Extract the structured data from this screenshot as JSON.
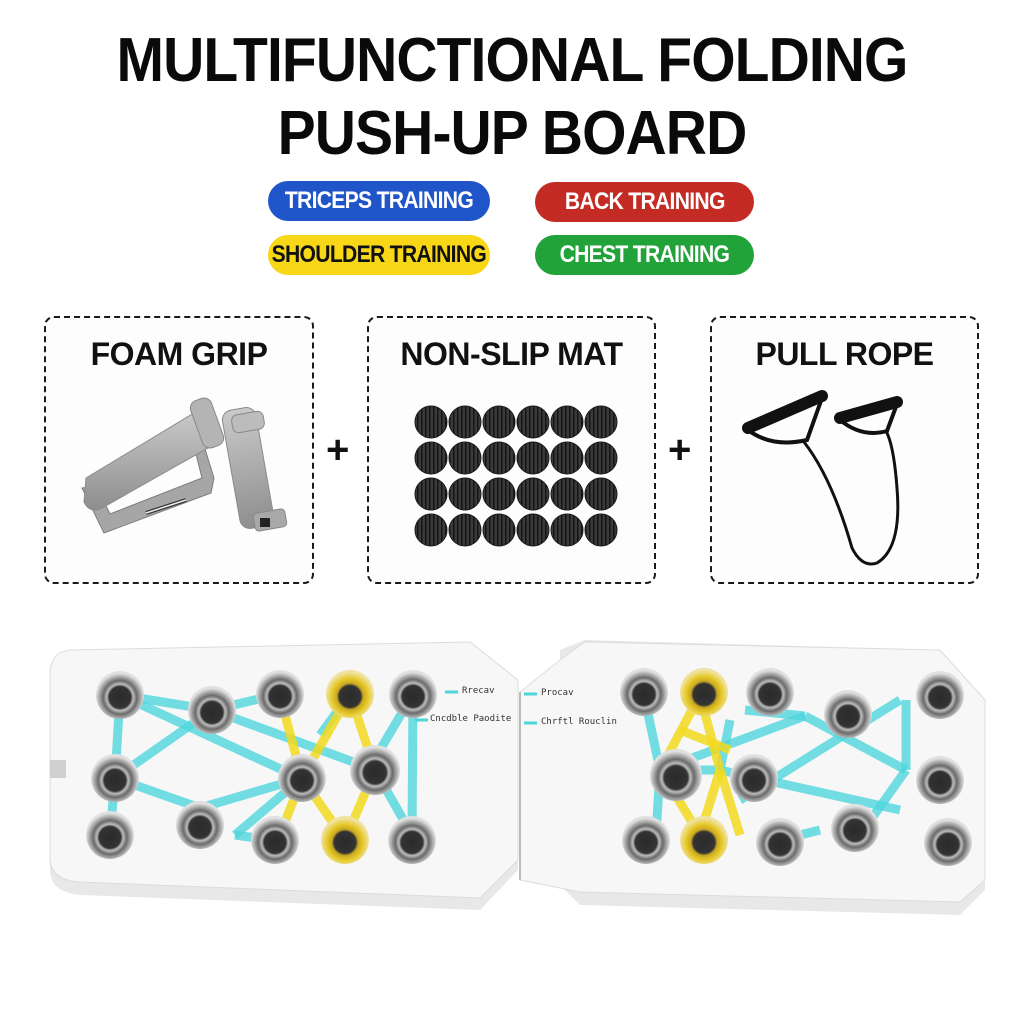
{
  "header": {
    "title_line1": "MULTIFUNCTIONAL FOLDING",
    "title_line2": "PUSH-UP BOARD"
  },
  "training_tags": [
    {
      "label": "TRICEPS TRAINING",
      "color": "#1f55c8",
      "text_color": "#ffffff"
    },
    {
      "label": "BACK TRAINING",
      "color": "#c42b24",
      "text_color": "#ffffff"
    },
    {
      "label": "SHOULDER TRAINING",
      "color": "#f7d716",
      "text_color": "#111111"
    },
    {
      "label": "CHEST TRAINING",
      "color": "#22a33a",
      "text_color": "#ffffff"
    }
  ],
  "accessories": [
    {
      "label": "FOAM GRIP",
      "icon": "foam-grip-handle-icon"
    },
    {
      "label": "NON-SLIP MAT",
      "icon": "non-slip-pads-icon",
      "pad_rows": 4,
      "pad_cols": 6
    },
    {
      "label": "PULL ROPE",
      "icon": "resistance-band-icon"
    }
  ],
  "separators": {
    "plus": "+"
  },
  "board": {
    "left_panel": {
      "legend": [
        "Rrecav",
        "Cncdble Paodite"
      ]
    },
    "right_panel": {
      "legend": [
        "Procav",
        "Chrftl Rouclin"
      ]
    },
    "colors": {
      "cyan": "#4fd6dc",
      "yellow": "#f2d91e",
      "board": "#f4f4f4",
      "hole": "#3a3a3a"
    }
  }
}
